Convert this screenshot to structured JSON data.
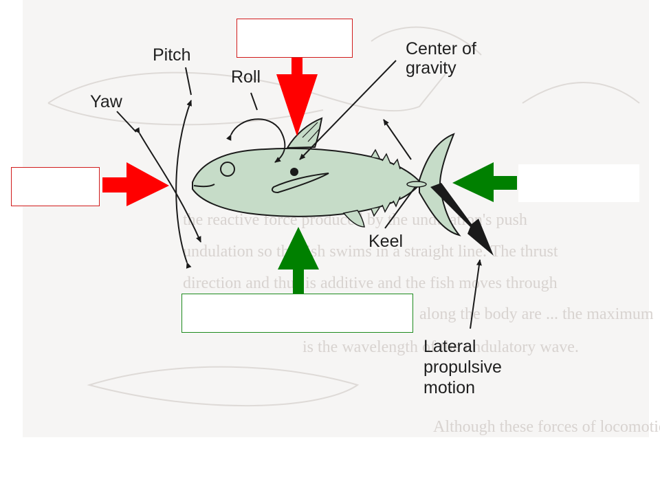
{
  "labels": {
    "pitch": "Pitch",
    "roll": "Roll",
    "yaw": "Yaw",
    "center_of_gravity": [
      "Center of",
      "gravity"
    ],
    "keel": "Keel",
    "lateral_propulsive_motion": [
      "Lateral",
      "propulsive",
      "motion"
    ]
  },
  "background_text": [
    "the reactive force produced by the undulation's push",
    "undulation so the fish swims in a straight line. The thrust",
    "direction and thus is additive and the fish moves through",
    "along the body are ... the maximum",
    "is the wavelength of the undulatory wave.",
    "Although these forces of locomotion"
  ],
  "colors": {
    "force_red": "#ff0000",
    "force_green": "#008000",
    "fish_fill": "#c6dcc8",
    "line": "#1a1a1a",
    "scan_background": "#f6f5f4"
  },
  "icons": {
    "top_arrow": "down-arrow-icon",
    "bottom_arrow": "up-arrow-icon",
    "left_arrow": "right-arrow-icon",
    "right_arrow": "left-arrow-icon"
  }
}
